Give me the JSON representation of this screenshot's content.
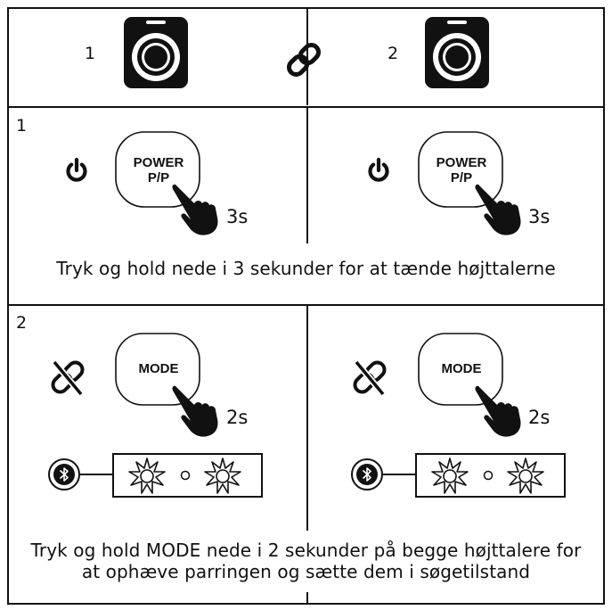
{
  "colors": {
    "ink": "#111111",
    "paper": "#ffffff"
  },
  "icons": {
    "speaker": "speaker-icon",
    "link": "link-icon",
    "power": "power-icon",
    "unlink": "link-broken-icon",
    "hand": "hand-press-icon",
    "bluetooth": "bluetooth-icon",
    "led": "led-flash-icon"
  },
  "pairing": {
    "speaker_left_number": "1",
    "speaker_right_number": "2"
  },
  "step1": {
    "number": "1",
    "key_label_line1": "POWER",
    "key_label_line2": "P/P",
    "hold_time": "3s",
    "caption": "Tryk og hold nede i 3 sekunder for at tænde højttalerne"
  },
  "step2": {
    "number": "2",
    "key_label": "MODE",
    "hold_time": "2s",
    "caption_line1": "Tryk og hold MODE nede i 2 sekunder på begge højttalere for",
    "caption_line2": "at ophæve parringen og sætte dem i søgetilstand"
  }
}
